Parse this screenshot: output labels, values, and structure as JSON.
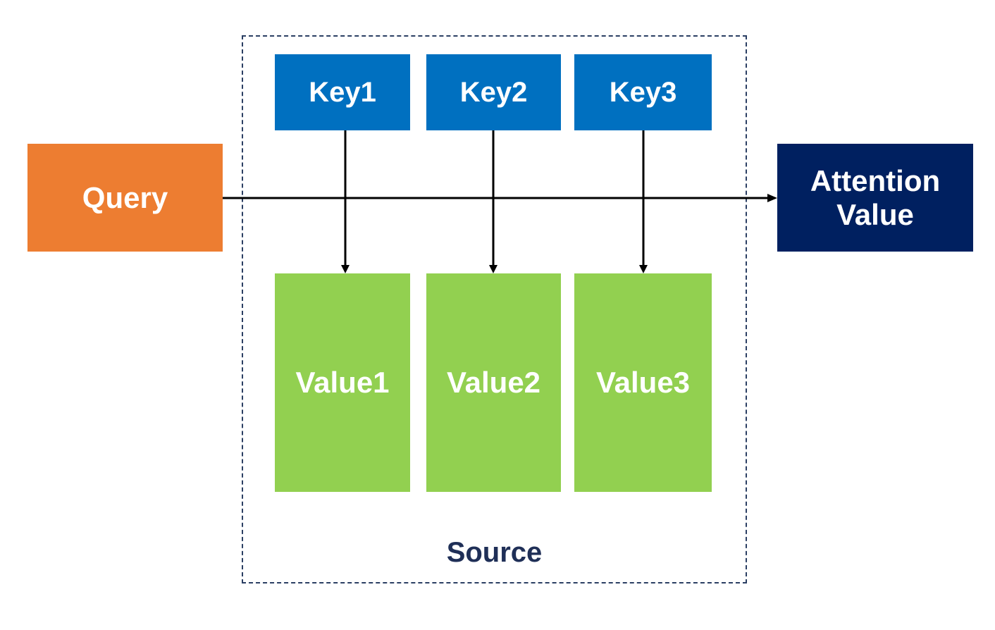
{
  "diagram": {
    "query": {
      "label": "Query"
    },
    "attention_value": {
      "label": "Attention\nValue"
    },
    "source": {
      "label": "Source"
    },
    "keys": [
      {
        "label": "Key1"
      },
      {
        "label": "Key2"
      },
      {
        "label": "Key3"
      }
    ],
    "values": [
      {
        "label": "Value1"
      },
      {
        "label": "Value2"
      },
      {
        "label": "Value3"
      }
    ]
  },
  "colors": {
    "query": "#ed7d31",
    "key": "#0070c0",
    "value": "#92d050",
    "attention_value": "#002060",
    "frame": "#2b3f63",
    "line": "#000000"
  }
}
